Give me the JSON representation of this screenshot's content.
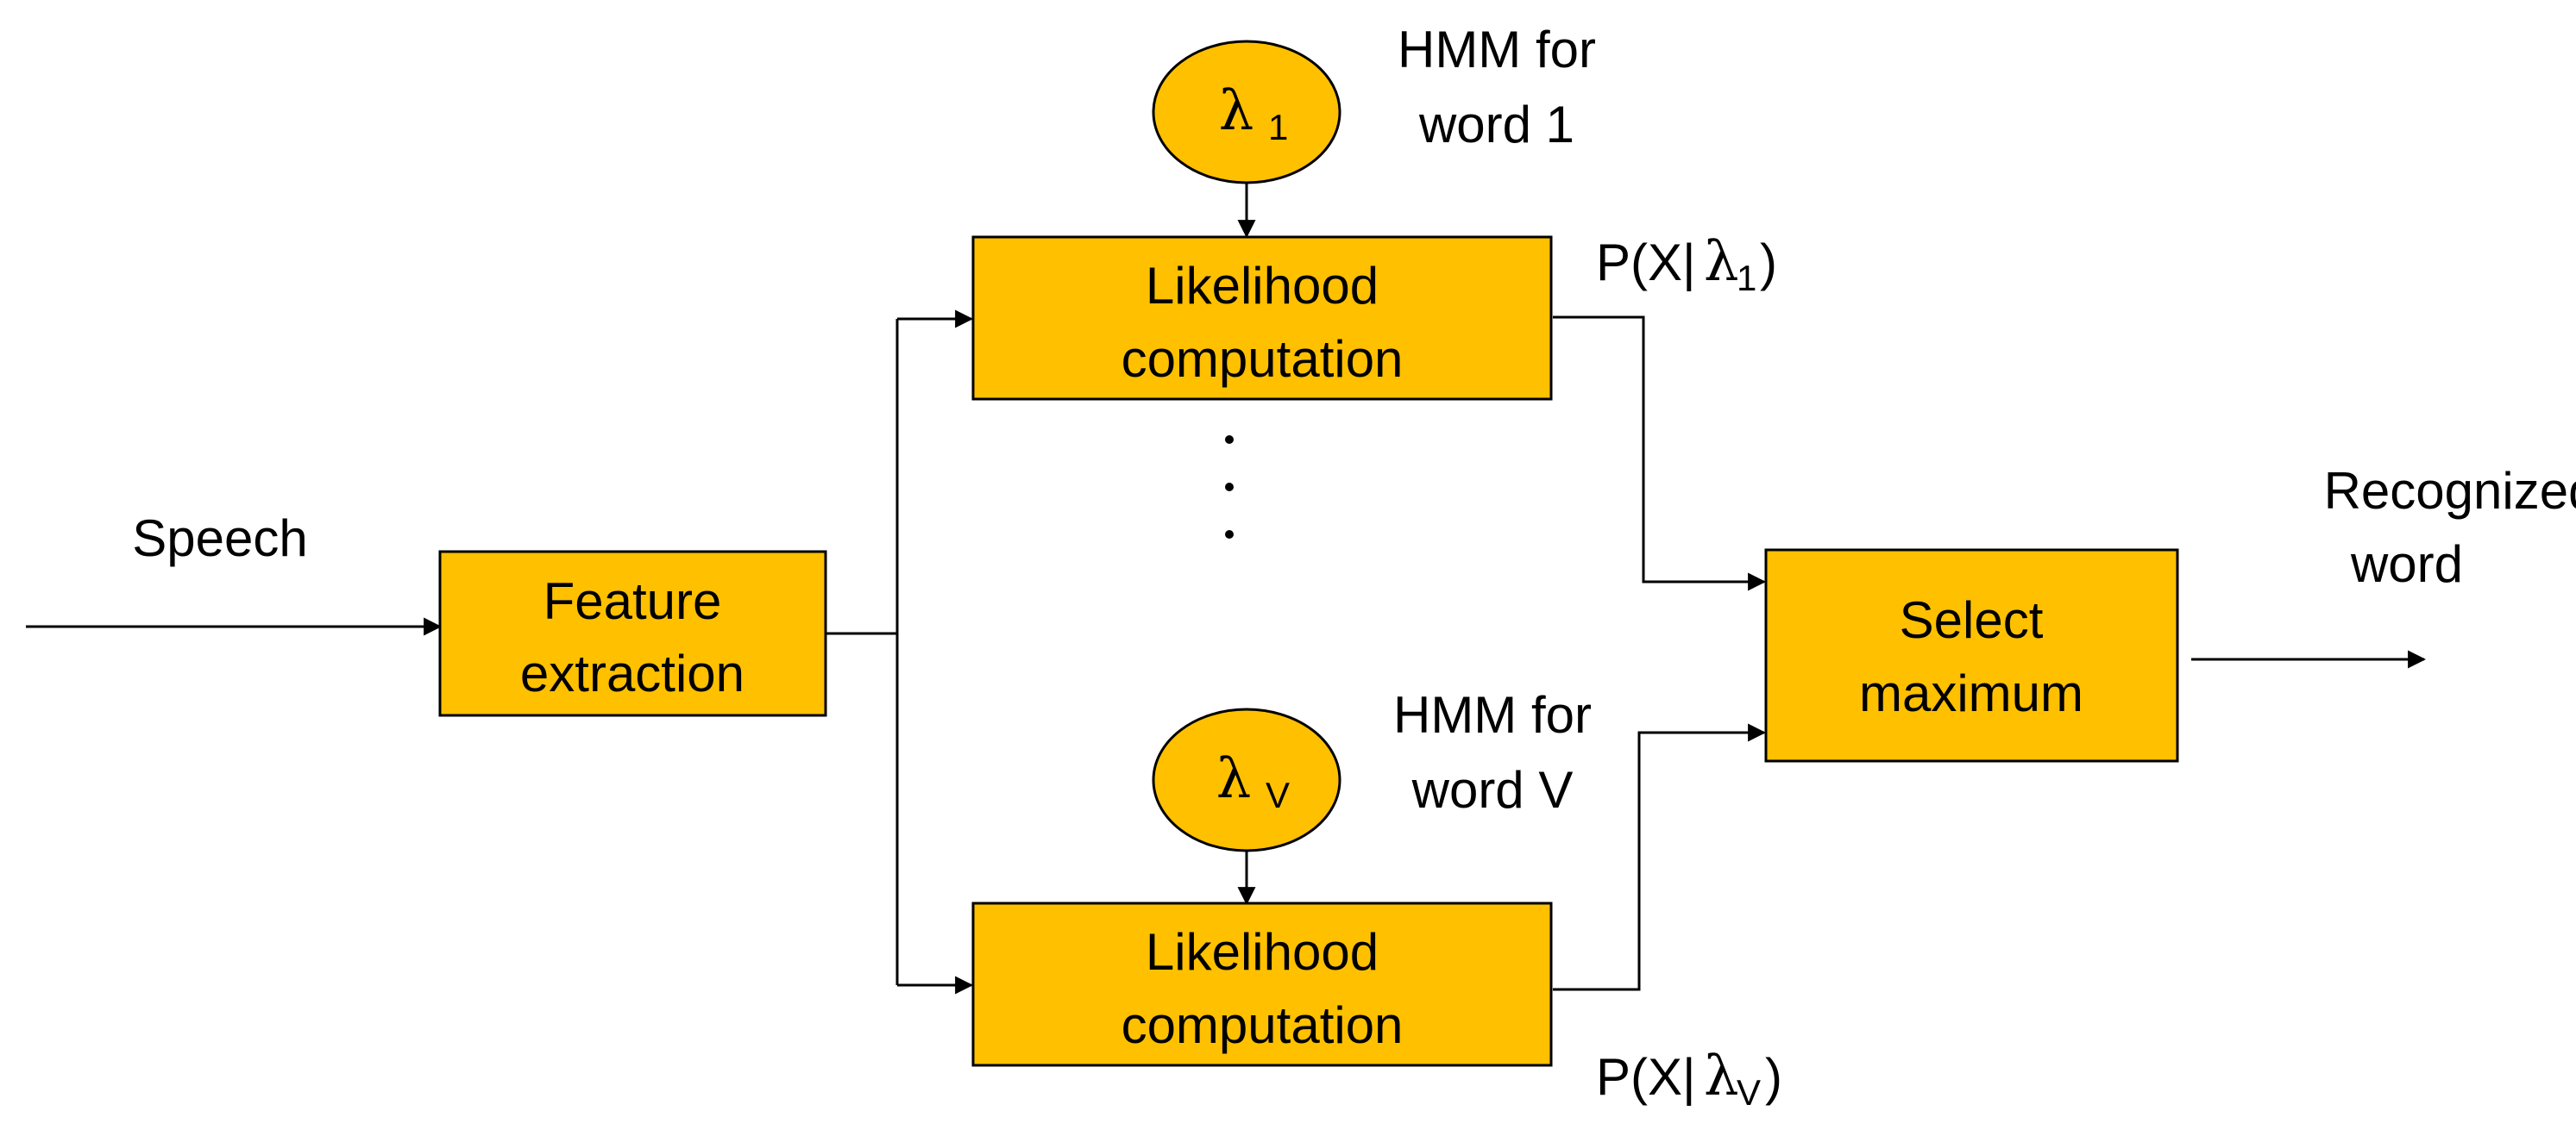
{
  "inputs": {
    "speech_label": "Speech"
  },
  "blocks": {
    "feature": {
      "line1": "Feature",
      "line2": "extraction"
    },
    "likelihood_top": {
      "line1": "Likelihood",
      "line2": "computation"
    },
    "likelihood_bottom": {
      "line1": "Likelihood",
      "line2": "computation"
    },
    "select": {
      "line1": "Select",
      "line2": "maximum"
    }
  },
  "models": {
    "top": {
      "symbol": "λ",
      "subscript": "1",
      "caption_line1": "HMM for",
      "caption_line2": "word 1"
    },
    "bottom": {
      "symbol": "λ",
      "subscript": "V",
      "caption_line1": "HMM for",
      "caption_line2": "word V"
    }
  },
  "probabilities": {
    "top": {
      "prefix": "P(X|",
      "symbol": "λ",
      "subscript": "1",
      "suffix": ")"
    },
    "bottom": {
      "prefix": "P(X|",
      "symbol": "λ",
      "subscript": "V",
      "suffix": ")"
    }
  },
  "output": {
    "line1": "Recognized",
    "line2": "word"
  },
  "colors": {
    "block_fill": "#FFC000",
    "stroke": "#000000"
  }
}
